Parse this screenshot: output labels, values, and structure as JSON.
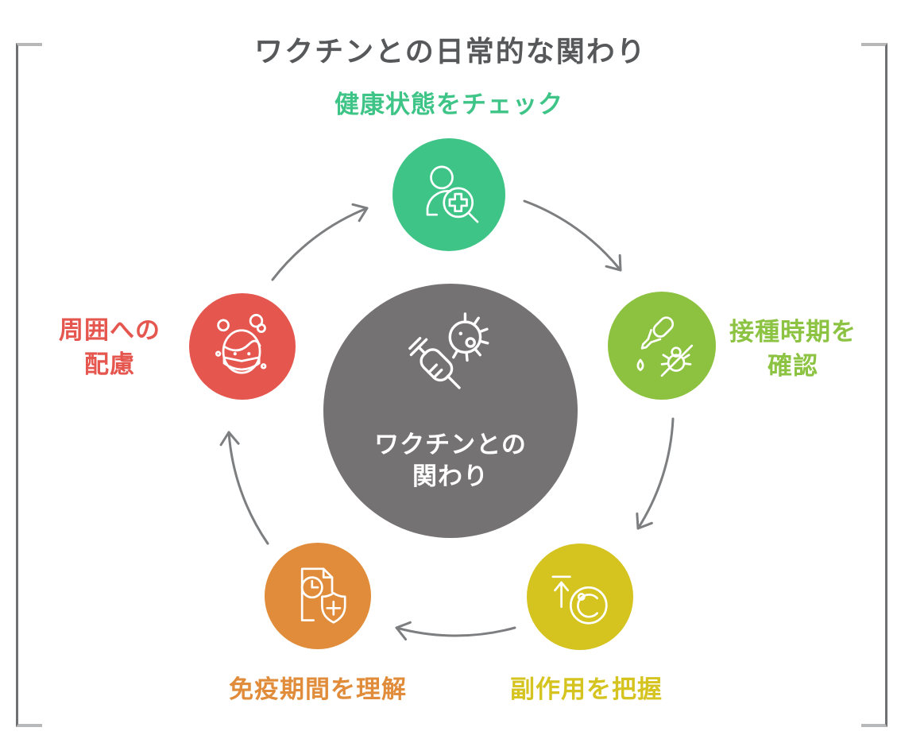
{
  "title": "ワクチンとの日常的な関わり",
  "center": {
    "label_lines": [
      "ワクチンとの",
      "関わり"
    ],
    "icon": "syringe-virus-icon",
    "color": "#757274",
    "text_color": "#ffffff"
  },
  "steps": [
    {
      "id": "health-check",
      "position": "top",
      "label": "健康状態をチェック",
      "label_lines": [
        "健康状態をチェック"
      ],
      "color": "#3fc487",
      "icon": "person-magnifier-cross-icon"
    },
    {
      "id": "vaccination-timing",
      "position": "right",
      "label": "接種時期を確認",
      "label_lines": [
        "接種時期を",
        "確認"
      ],
      "color": "#8cc23f",
      "icon": "dropper-bug-icon"
    },
    {
      "id": "side-effects",
      "position": "bottom-right",
      "label": "副作用を把握",
      "label_lines": [
        "副作用を把握"
      ],
      "color": "#d5c41f",
      "icon": "temperature-celsius-icon"
    },
    {
      "id": "immunity-period",
      "position": "bottom-left",
      "label": "免疫期間を理解",
      "label_lines": [
        "免疫期間を理解"
      ],
      "color": "#e08c3a",
      "icon": "document-clock-shield-icon"
    },
    {
      "id": "consideration-for-others",
      "position": "left",
      "label": "周囲への配慮",
      "label_lines": [
        "周囲への",
        "配慮"
      ],
      "color": "#e5564f",
      "icon": "masked-face-icon"
    }
  ],
  "arrows": {
    "count": 5,
    "direction": "clockwise",
    "color": "#7d7e80"
  },
  "frame": {
    "bracket_vertical_color": "#6f7072",
    "bracket_tick_color": "#b7b8ba"
  }
}
